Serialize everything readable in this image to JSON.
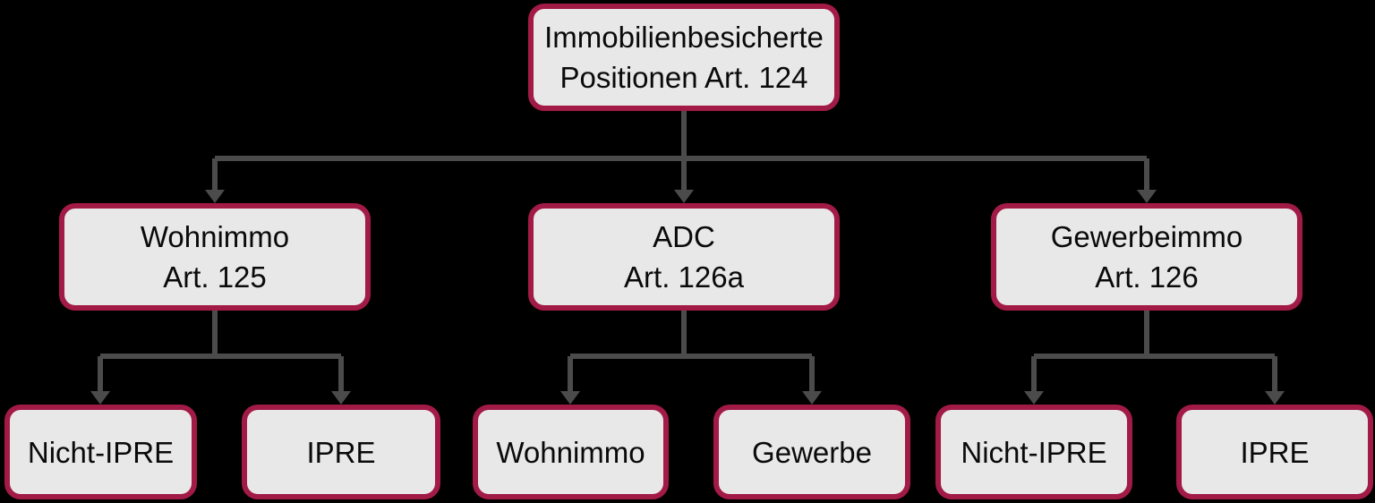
{
  "colors": {
    "box_border": "#A21A46",
    "box_fill": "#E9E8E9",
    "text_color": "#0A0A0A",
    "connector": "#4B4B4B",
    "background": "#000000"
  },
  "tree": {
    "root": {
      "line1": "Immobilienbesicherte",
      "line2": "Positionen Art. 124",
      "children": [
        {
          "line1": "Wohnimmo",
          "line2": "Art. 125",
          "children": [
            {
              "label": "Nicht-IPRE"
            },
            {
              "label": "IPRE"
            }
          ]
        },
        {
          "line1": "ADC",
          "line2": "Art. 126a",
          "children": [
            {
              "label": "Wohnimmo"
            },
            {
              "label": "Gewerbe"
            }
          ]
        },
        {
          "line1": "Gewerbeimmo",
          "line2": "Art. 126",
          "children": [
            {
              "label": "Nicht-IPRE"
            },
            {
              "label": "IPRE"
            }
          ]
        }
      ]
    }
  }
}
